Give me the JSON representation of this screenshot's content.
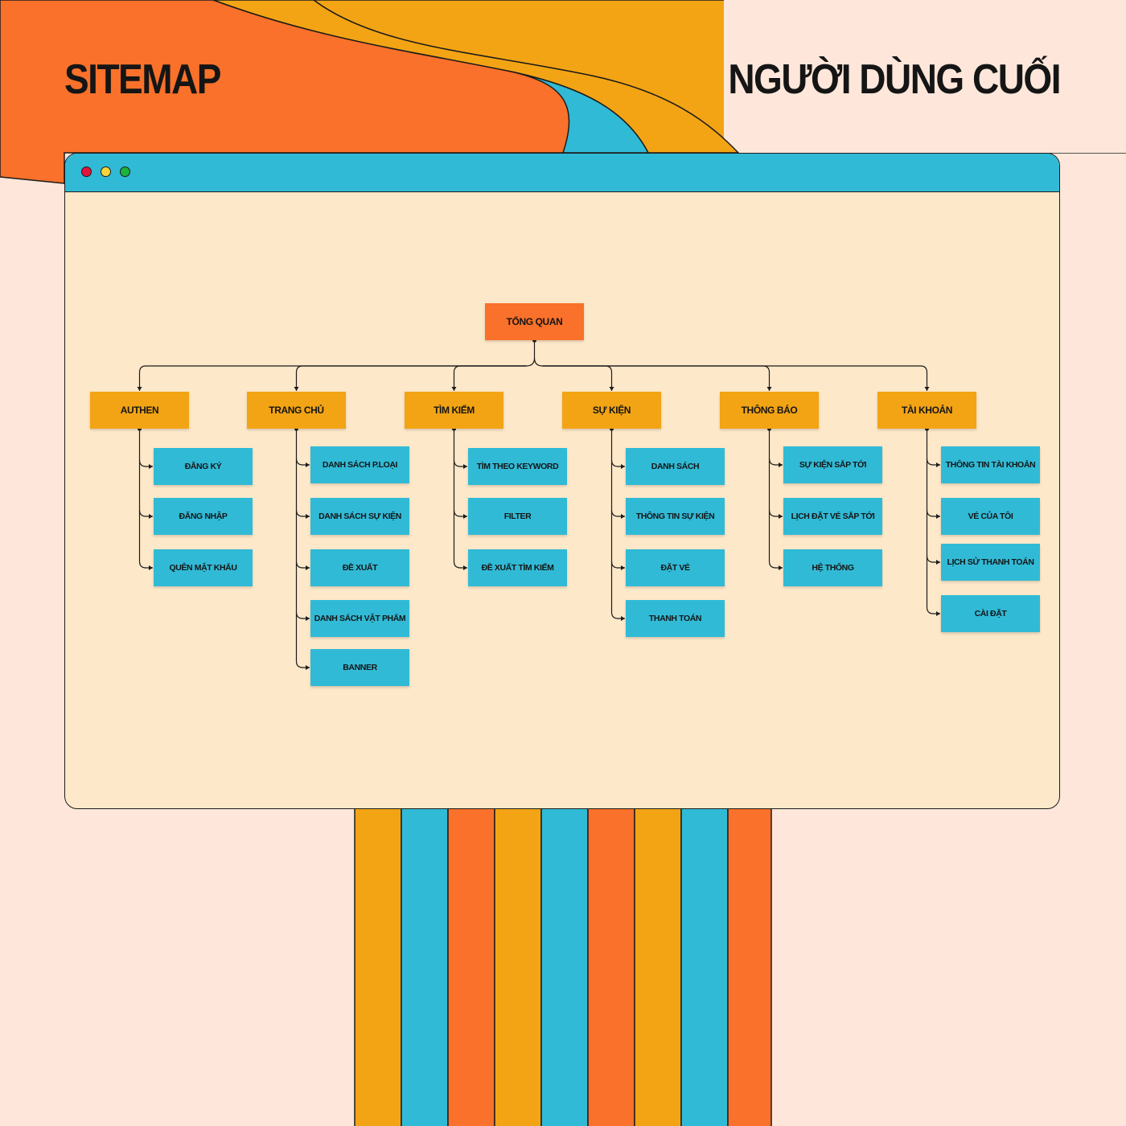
{
  "header": {
    "left_title": "SITEMAP",
    "right_title": "NGƯỜI DÙNG CUỐI"
  },
  "colors": {
    "orange": "#F9712A",
    "blue": "#31BAD6",
    "yellow": "#F3A414",
    "background": "#FEE7DA",
    "window": "#FDE8C9"
  },
  "window": {
    "controls": [
      "close",
      "minimize",
      "maximize"
    ]
  },
  "sitemap": {
    "root": "TỔNG QUAN",
    "categories": [
      {
        "label": "AUTHEN",
        "children": [
          "ĐĂNG KÝ",
          "ĐĂNG NHẬP",
          "QUÊN MẬT KHẨU"
        ]
      },
      {
        "label": "TRANG CHỦ",
        "children": [
          "DANH SÁCH P.LOẠI",
          "DANH SÁCH SỰ KIỆN",
          "ĐỀ XUẤT",
          "DANH SÁCH VẬT PHẨM",
          "BANNER"
        ]
      },
      {
        "label": "TÌM KIẾM",
        "children": [
          "TÌM THEO KEYWORD",
          "FILTER",
          "ĐỀ XUẤT TÌM KIẾM"
        ]
      },
      {
        "label": "SỰ KIỆN",
        "children": [
          "DANH SÁCH",
          "THÔNG TIN SỰ KIỆN",
          "ĐẶT VÉ",
          "THANH TOÁN"
        ]
      },
      {
        "label": "THÔNG BÁO",
        "children": [
          "SỰ KIỆN SẮP TỚI",
          "LỊCH ĐẶT VÉ SẮP TỚI",
          "HỆ THỐNG"
        ]
      },
      {
        "label": "TÀI KHOẢN",
        "children": [
          "THÔNG TIN TÀI KHOẢN",
          "VÉ CỦA TÔI",
          "LỊCH SỬ THANH TOÁN",
          "CÀI ĐẶT"
        ]
      }
    ]
  }
}
